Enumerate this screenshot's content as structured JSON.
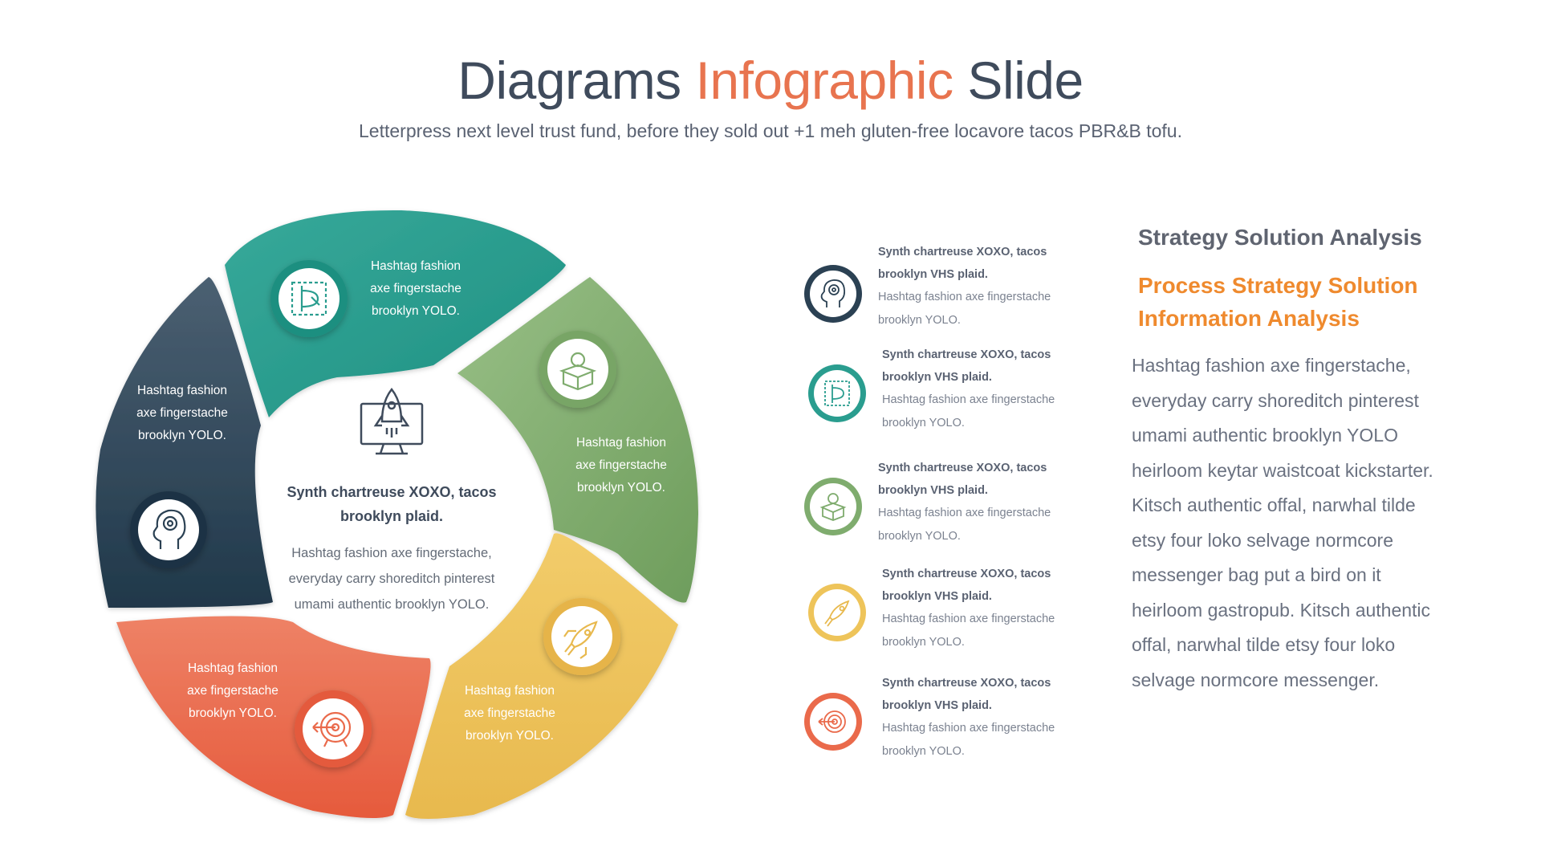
{
  "header": {
    "title_part1": "Diagrams ",
    "title_accent": "Infographic",
    "title_part3": " Slide",
    "subtitle": "Letterpress next level trust fund, before they sold out +1 meh gluten-free locavore tacos PBR&B tofu."
  },
  "colors": {
    "teal": "#2a9d8f",
    "green": "#7fac6e",
    "yellow": "#eec45a",
    "orange": "#ea6a4b",
    "navy": "#2b4153",
    "accent": "#e8744f",
    "heading_orange": "#ef8a2e"
  },
  "wheel": {
    "segments": [
      {
        "name": "teal",
        "text": [
          "Hashtag fashion",
          "axe fingerstache",
          "brooklyn YOLO."
        ],
        "icon": "design-tool-icon"
      },
      {
        "name": "green",
        "text": [
          "Hashtag fashion",
          "axe fingerstache",
          "brooklyn YOLO."
        ],
        "icon": "idea-box-icon"
      },
      {
        "name": "yellow",
        "text": [
          "Hashtag fashion",
          "axe fingerstache",
          "brooklyn YOLO."
        ],
        "icon": "rocket-icon"
      },
      {
        "name": "orange",
        "text": [
          "Hashtag fashion",
          "axe fingerstache",
          "brooklyn YOLO."
        ],
        "icon": "target-icon"
      },
      {
        "name": "navy",
        "text": [
          "Hashtag fashion",
          "axe fingerstache",
          "brooklyn YOLO."
        ],
        "icon": "head-gear-icon"
      }
    ],
    "center": {
      "icon": "computer-rocket-icon",
      "title": "Synth chartreuse XOXO, tacos brooklyn plaid.",
      "body": "Hashtag fashion axe fingerstache, everyday carry shoreditch pinterest umami authentic brooklyn YOLO."
    }
  },
  "list": {
    "items": [
      {
        "title": "Synth chartreuse XOXO, tacos brooklyn VHS plaid.",
        "body": "Hashtag fashion axe fingerstache brooklyn YOLO.",
        "icon": "head-gear-icon"
      },
      {
        "title": "Synth chartreuse XOXO, tacos brooklyn VHS plaid.",
        "body": "Hashtag fashion axe fingerstache brooklyn YOLO.",
        "icon": "design-tool-icon"
      },
      {
        "title": "Synth chartreuse XOXO, tacos brooklyn VHS plaid.",
        "body": "Hashtag fashion axe fingerstache brooklyn YOLO.",
        "icon": "idea-box-icon"
      },
      {
        "title": "Synth chartreuse XOXO, tacos brooklyn VHS plaid.",
        "body": "Hashtag fashion axe fingerstache brooklyn YOLO.",
        "icon": "rocket-icon"
      },
      {
        "title": "Synth chartreuse XOXO, tacos brooklyn VHS plaid.",
        "body": "Hashtag fashion axe fingerstache brooklyn YOLO.",
        "icon": "target-icon"
      }
    ]
  },
  "right": {
    "heading": "Strategy Solution Analysis",
    "subheading_line1": "Process Strategy Solution",
    "subheading_line2": "Information Analysis",
    "body": "Hashtag fashion axe fingerstache, everyday carry shoreditch pinterest umami authentic brooklyn YOLO heirloom keytar waistcoat kickstarter. Kitsch authentic offal, narwhal tilde etsy four loko selvage normcore messenger bag put a bird on it heirloom gastropub. Kitsch authentic offal, narwhal tilde etsy four loko selvage normcore messenger."
  }
}
